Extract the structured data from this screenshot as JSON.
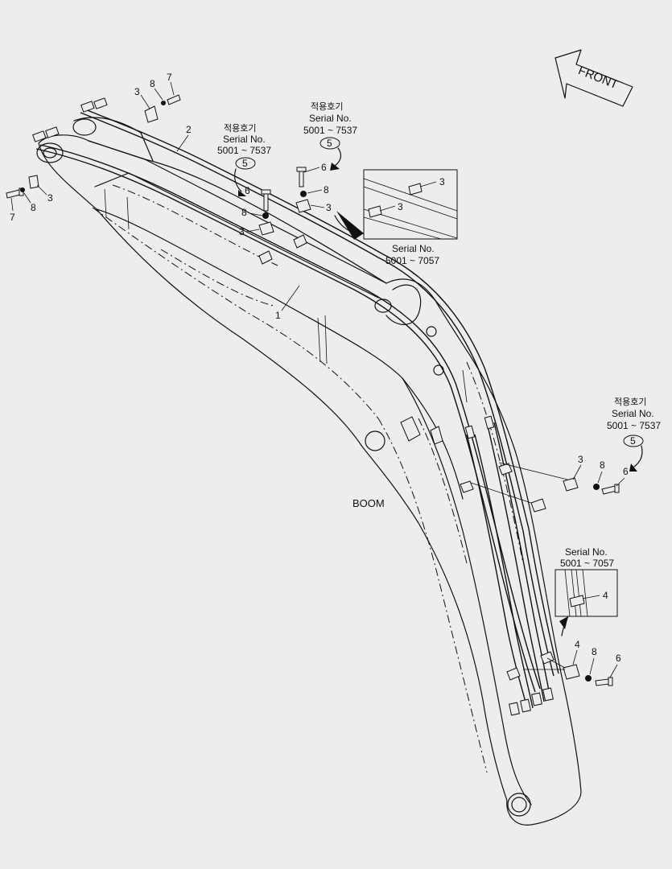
{
  "direction_arrow": {
    "label": "FRONT"
  },
  "boom_label": "BOOM",
  "serial_notes": {
    "top_left": {
      "korean": "적용호기",
      "serial": "Serial No.",
      "range": "5001 ~ 7537",
      "ref": "5"
    },
    "top_center": {
      "korean": "적용호기",
      "serial": "Serial No.",
      "range": "5001 ~ 7537",
      "ref": "5"
    },
    "right": {
      "korean": "적용호기",
      "serial": "Serial No.",
      "range": "5001 ~ 7537",
      "ref": "5"
    }
  },
  "detail_top": {
    "serial": "Serial No.",
    "range": "5001 ~ 7057",
    "callouts": [
      "3",
      "3"
    ]
  },
  "detail_bottom": {
    "serial": "Serial No.",
    "range": "5001 ~ 7057",
    "callout": "4"
  },
  "callouts": {
    "c1": "1",
    "c2": "2",
    "c3a": "3",
    "c8a": "8",
    "c7a": "7",
    "c3b": "3",
    "c8b": "8",
    "c7b": "7",
    "c6c": "6",
    "c8c": "8",
    "c3c": "3",
    "c6d": "6",
    "c8d": "8",
    "c3d": "3",
    "c3e": "3",
    "c8e": "8",
    "c6e": "6",
    "c4f": "4",
    "c8f": "8",
    "c6f": "6"
  }
}
